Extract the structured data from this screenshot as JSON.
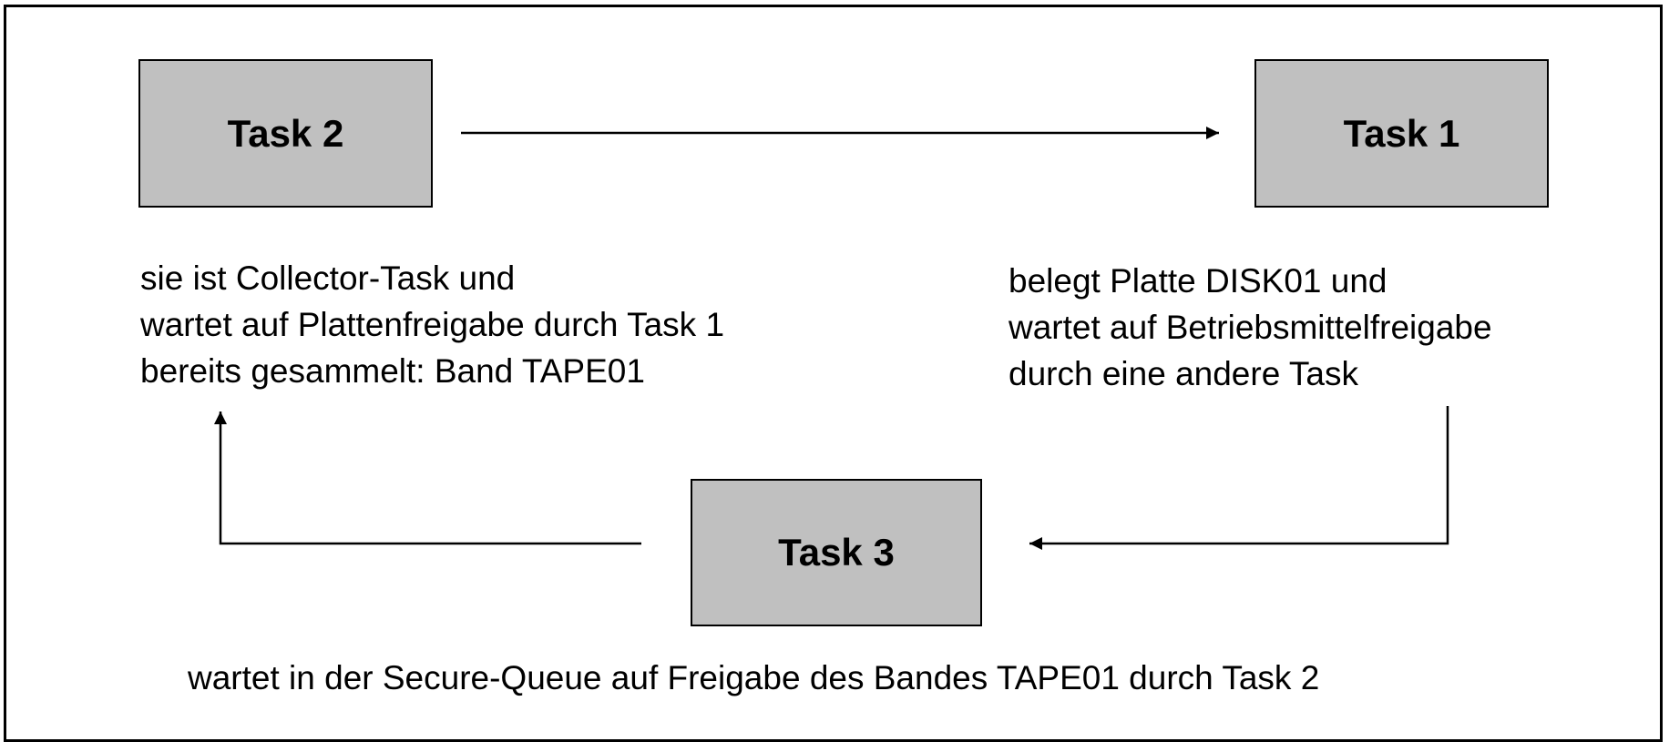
{
  "diagram": {
    "tasks": {
      "task2": {
        "label": "Task 2",
        "lines": [
          "sie ist Collector-Task und",
          "wartet auf Plattenfreigabe durch Task 1",
          "bereits gesammelt: Band TAPE01"
        ]
      },
      "task1": {
        "label": "Task 1",
        "lines": [
          "belegt Platte DISK01 und",
          "wartet auf Betriebsmittelfreigabe",
          "durch eine andere Task"
        ]
      },
      "task3": {
        "label": "Task 3",
        "lines": [
          "wartet in der Secure-Queue auf Freigabe des Bandes TAPE01 durch Task 2"
        ]
      }
    },
    "edges": [
      {
        "from": "Task 2",
        "to": "Task 1"
      },
      {
        "from": "Task 1",
        "to": "Task 3"
      },
      {
        "from": "Task 3",
        "to": "Task 2"
      }
    ],
    "colors": {
      "box_fill": "#c0c0c0",
      "stroke": "#000000",
      "background": "#ffffff"
    }
  }
}
